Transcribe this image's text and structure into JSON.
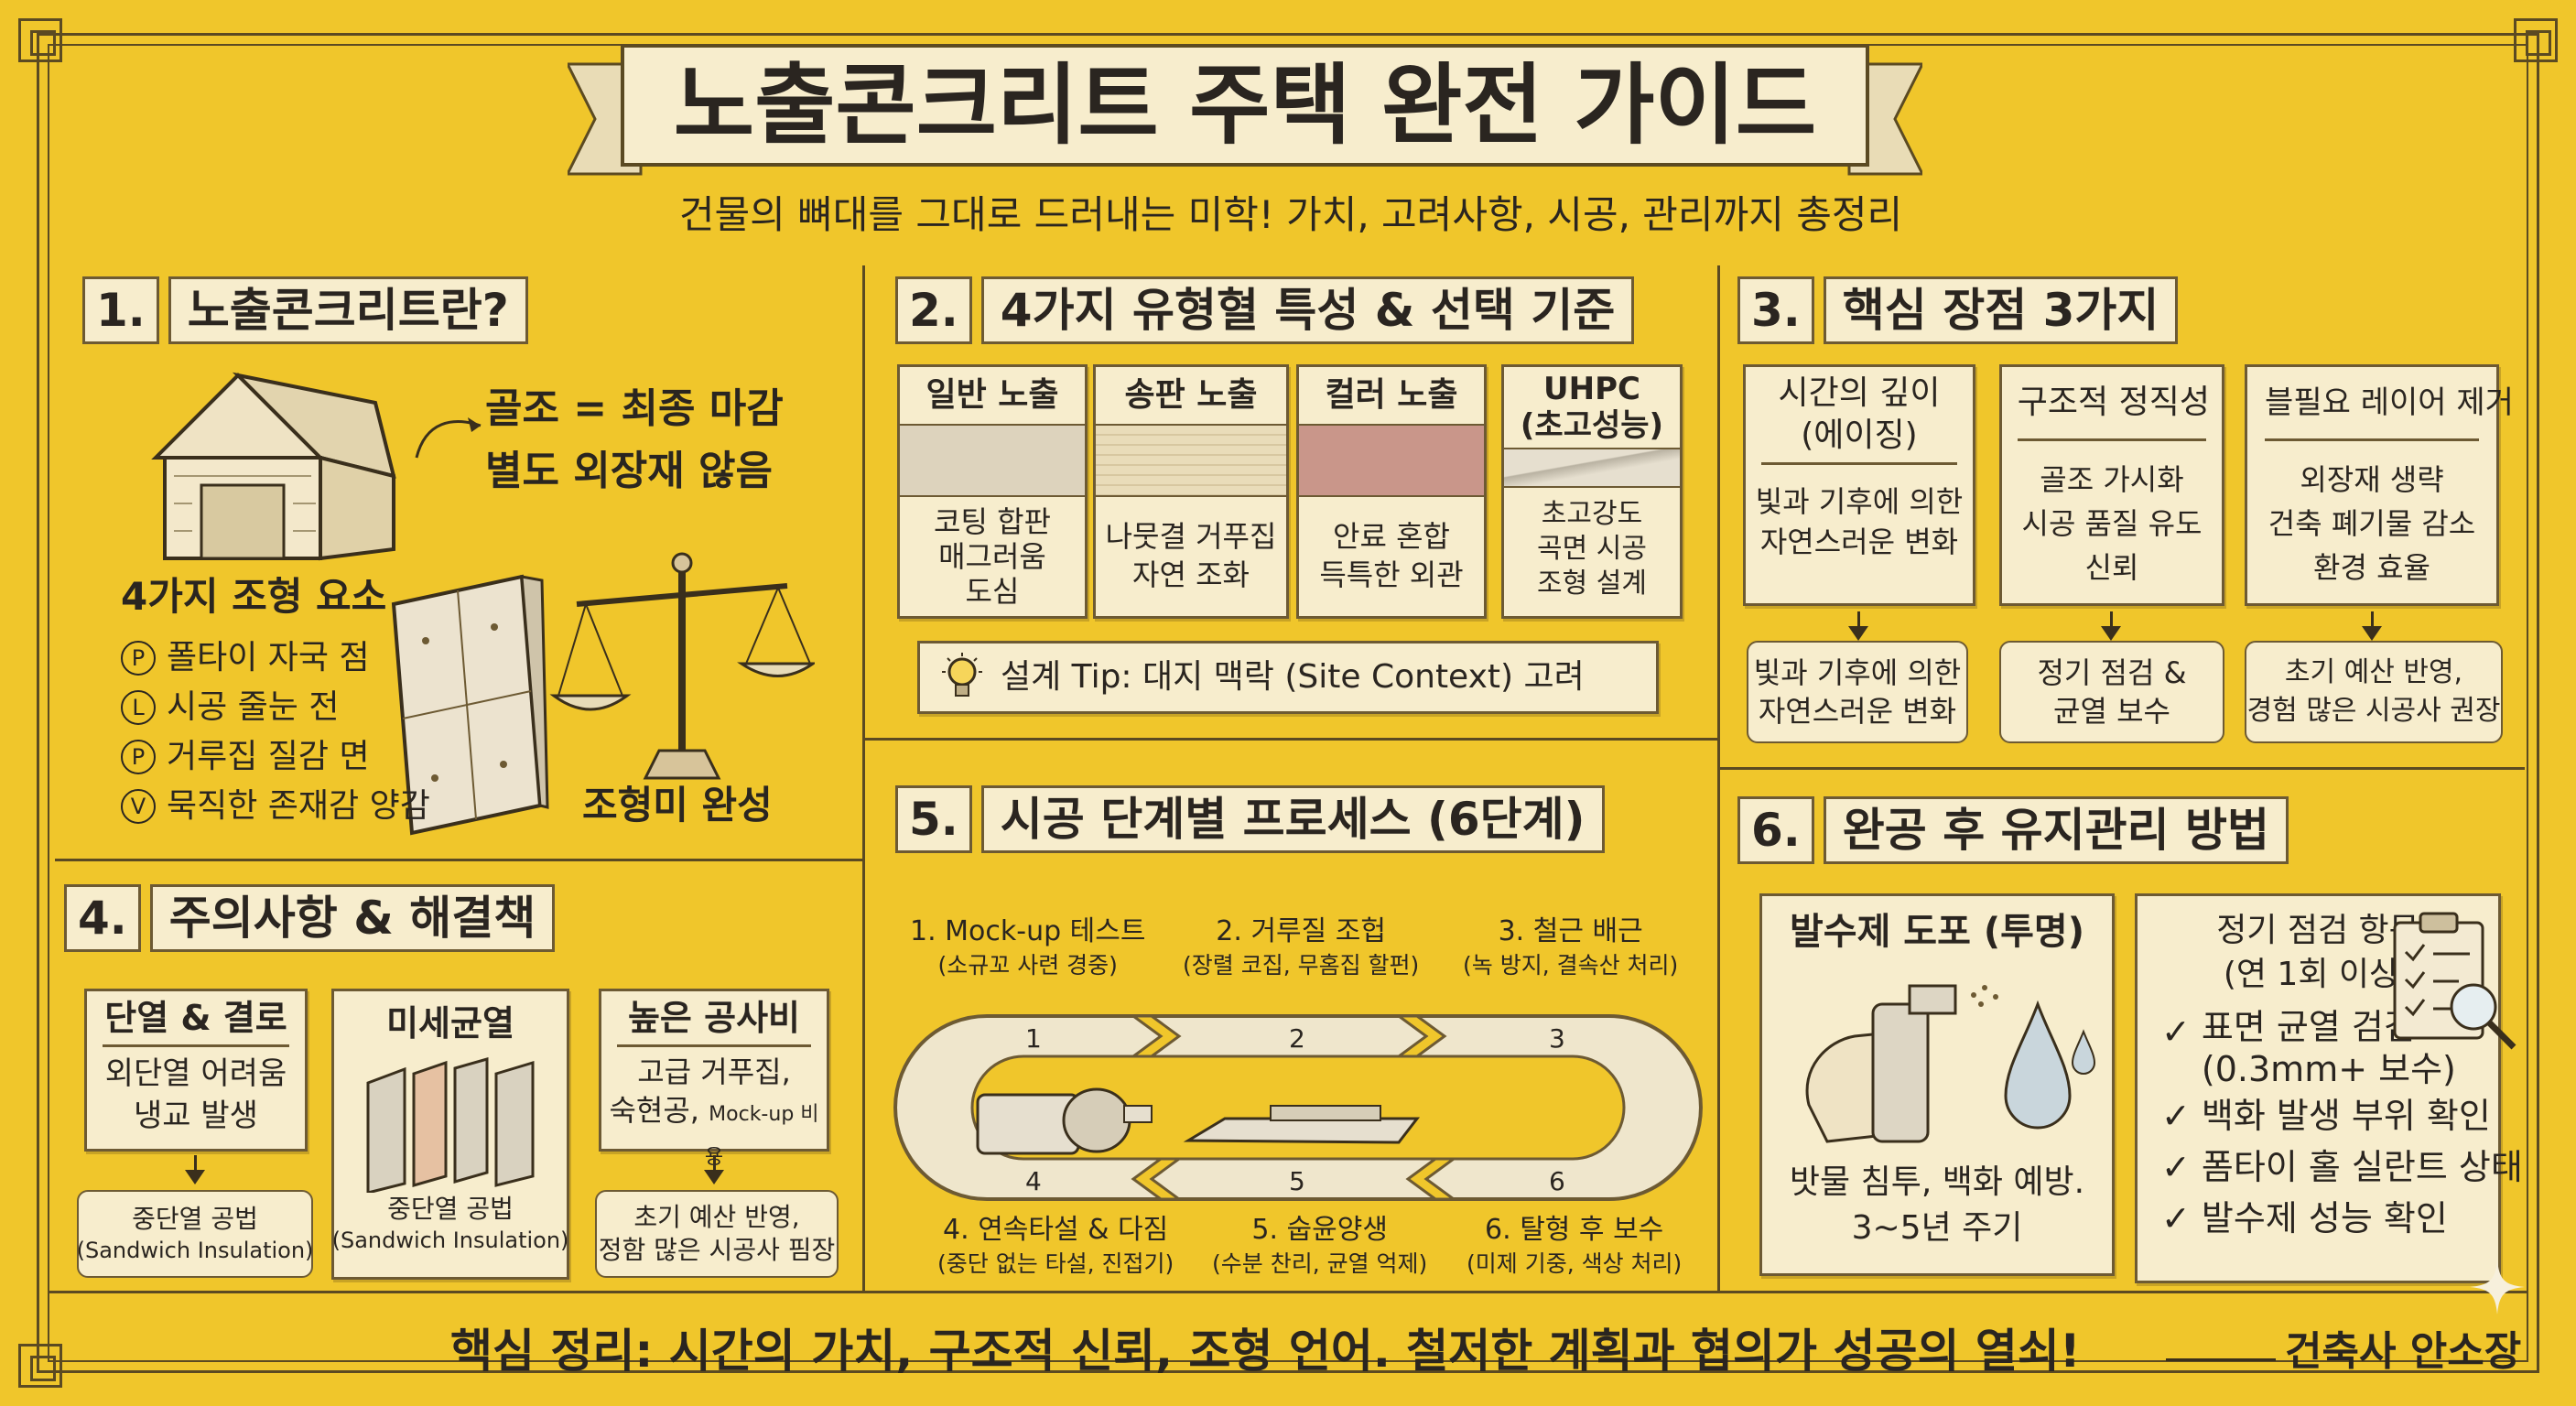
{
  "banner": {
    "title": "노출콘크리트 주택 완전 가이드",
    "subtitle": "건물의 뼈대를 그대로 드러내는 미학! 가치, 고려사항, 시공, 관리까지 총정리"
  },
  "section1": {
    "num": "1.",
    "title": "노출콘크리트란?",
    "callout_line1": "골조 = 최종 마감",
    "callout_line2": "별도 외장재 않음",
    "elements_title": "4가지 조형 요소",
    "elements": [
      {
        "badge": "P",
        "text": "폴타이 자국 점"
      },
      {
        "badge": "L",
        "text": "시공 줄눈 전"
      },
      {
        "badge": "P",
        "text": "거루집 질감 면"
      },
      {
        "badge": "V",
        "text": "묵직한 존재감 양감"
      }
    ],
    "scale_caption": "조형미 완성"
  },
  "section2": {
    "num": "2.",
    "title": "4가지 유형혈 특성 & 선택 기준",
    "types": [
      {
        "name": "일반 노출",
        "desc": "코팅 합판\n매그러움\n도심",
        "swatch": "#ddd3bd"
      },
      {
        "name": "송판 노출",
        "desc": "나뭇결 거푸집\n자연 조화",
        "swatch": "#e3d6b4"
      },
      {
        "name": "컬러 노출",
        "desc": "안료 혼합\n득특한 외관",
        "swatch": "#c9968a"
      },
      {
        "name": "UHPC\n(초고성능)",
        "desc": "초고강도\n곡면 시공\n조형 설계",
        "swatch": "#d9d3c4"
      }
    ],
    "tip": "설계 Tip: 대지 맥락 (Site Context) 고려"
  },
  "section3": {
    "num": "3.",
    "title": "핵심 장점 3가지",
    "cards": [
      {
        "title": "시간의 깊이\n(에이징)",
        "desc": "빛과 기후에 의한\n자연스러운 변화",
        "note": "빛과 기후에 의한\n자연스러운 변화"
      },
      {
        "title": "구조적 정직성",
        "desc": "골조 가시화\n시공 품질 유도\n신뢰",
        "note": "정기 점검 &\n균열 보수"
      },
      {
        "title": "블필요 레이어 제거",
        "desc": "외장재 생략\n건축 폐기물 감소\n환경 효율",
        "note": "초기 예산 반영,\n경험 많은 시공사 권장"
      }
    ]
  },
  "section4": {
    "num": "4.",
    "title": "주의사항 & 해결책",
    "cards": [
      {
        "title": "단열 & 결로",
        "desc": "외단열 어려움\n냉교 발생",
        "sol1": "중단열 공법",
        "sol2": "(Sandwich Insulation)"
      },
      {
        "title": "미세균열",
        "desc": "",
        "sol1": "중단열 공법",
        "sol2": "(Sandwich Insulation)"
      },
      {
        "title": "높은 공사비",
        "desc": "고급 거푸집,\n숙현공,",
        "desc_small": "Mock-up 비용",
        "sol1": "초기 예산 반영,",
        "sol2": "정함 많은 시공사 핌장"
      }
    ]
  },
  "section5": {
    "num": "5.",
    "title": "시공 단계별 프로세스 (6단계)",
    "steps": [
      {
        "label": "1. Mock-up 테스트",
        "sub": "(소규꼬 사련 경중)",
        "n": "1"
      },
      {
        "label": "2. 거루질 조헙",
        "sub": "(장렬 코집, 무홈집 할펀)",
        "n": "2"
      },
      {
        "label": "3. 철근 배근",
        "sub": "(녹 방지, 결속산 처리)",
        "n": "3"
      },
      {
        "label": "4. 연속타설 & 다짐",
        "sub": "(중단 없는 타설, 진접기)",
        "n": "4"
      },
      {
        "label": "5. 숩윤양생",
        "sub": "(수분 찬리, 균열 억제)",
        "n": "5"
      },
      {
        "label": "6. 탈형 후 보수",
        "sub": "(미제 기중, 색상 처리)",
        "n": "6"
      }
    ]
  },
  "section6": {
    "num": "6.",
    "title": "완공 후 유지관리 방법",
    "left_title": "발수제 도포 (투명)",
    "left_desc": "밧물 침투, 백화 예방.\n3~5년 주기",
    "right_title": "정기 점검 항목\n(연 1회 이상)",
    "checks": [
      "표면 균열 검검\n(0.3mm+ 보수)",
      "백화 발생 부위 확인",
      "폼타이 홀 실란트 상태",
      "발수제 성능 확인"
    ]
  },
  "footer": {
    "summary": "핵심 정리: 시간의 가치, 구조적 신뢰, 조형 언어. 철저한 계획과 협의가 성공의 열쇠!",
    "author": "건축사 안소장"
  },
  "colors": {
    "background": "#f0c62b",
    "paper": "#f7edcd",
    "ink": "#2a2520",
    "rule": "#5b4a22"
  }
}
